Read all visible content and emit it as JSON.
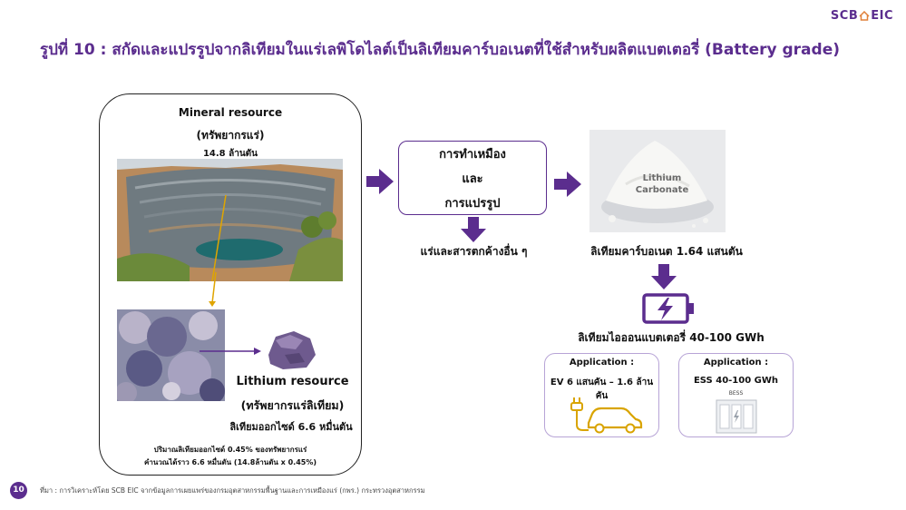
{
  "brand": {
    "logo_text_1": "SCB",
    "logo_text_2": "EIC",
    "accent_color": "#5b2d8e"
  },
  "title": "รูปที่ 10 : สกัดและแปรรูปจากลิเทียมในแร่เลพิโดไลต์เป็นลิเทียมคาร์บอเนตที่ใช้สำหรับผลิตแบตเตอรี่ (Battery grade)",
  "mineral": {
    "title_en": "Mineral resource",
    "title_th": "(ทรัพยากรแร่)",
    "amount": "14.8 ล้านตัน"
  },
  "lithium_resource": {
    "title_en": "Lithium resource",
    "title_th": "(ทรัพยากรแร่ลิเทียม)",
    "amount": "ลิเทียมออกไซด์ 6.6 หมื่นตัน",
    "note_1": "ปริมาณลิเทียมออกไซด์ 0.45% ของทรัพยากรแร่",
    "note_2": "คำนวณได้ราว 6.6 หมื่นตัน (14.8ล้านตัน x 0.45%)"
  },
  "process": {
    "line_1": "การทำเหมือง",
    "line_2": "และ",
    "line_3": "การแปรรูป",
    "residue": "แร่และสารตกค้างอื่น ๆ"
  },
  "carbonate": {
    "label_1": "Lithium",
    "label_2": "Carbonate",
    "amount": "ลิเทียมคาร์บอเนต 1.64 แสนตัน"
  },
  "battery": {
    "text": "ลิเทียมไอออนแบตเตอรี่ 40-100 GWh"
  },
  "applications": [
    {
      "title": "Application :",
      "body": "EV 6 แสนคัน – 1.6 ล้านคัน",
      "icon": "car-charging-icon"
    },
    {
      "title": "Application :",
      "body": "ESS 40-100 GWh",
      "sub": "BESS",
      "icon": "bess-icon"
    }
  ],
  "footer": {
    "page_number": "10",
    "source": "ที่มา : การวิเคราะห์โดย SCB EIC จากข้อมูลการเผยแพร่ของกรมอุตสาหกรรมพื้นฐานและการเหมืองแร่ (กพร.) กระทรวงอุตสาหกรรม"
  }
}
